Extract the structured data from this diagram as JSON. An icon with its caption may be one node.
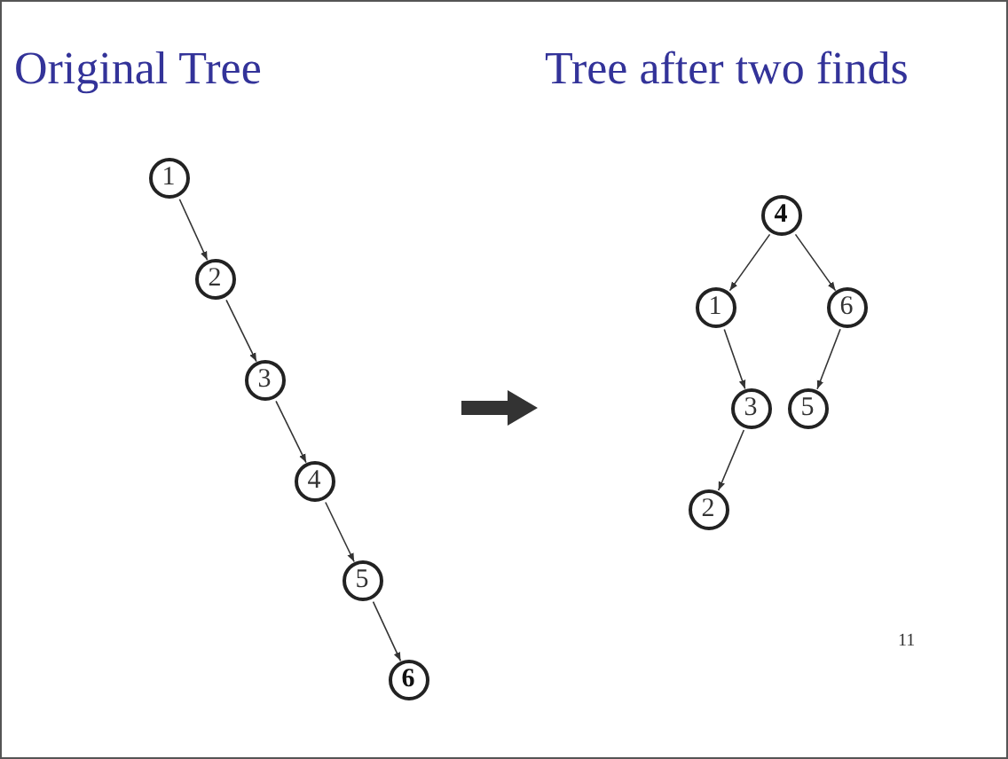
{
  "diagram": {
    "nodes": [
      {
        "text": [
          "1"
        ]
      },
      {
        "text": [
          "2"
        ]
      },
      {
        "text": [
          "3"
        ]
      },
      {
        "text": [
          "4"
        ]
      },
      {
        "text": [
          "5"
        ]
      },
      {
        "text": [
          "6"
        ]
      },
      {
        "text": [
          "4"
        ]
      },
      {
        "text": [
          "1"
        ]
      },
      {
        "text": [
          "6"
        ]
      },
      {
        "text": [
          "3"
        ]
      },
      {
        "text": [
          "5"
        ]
      },
      {
        "text": [
          "2"
        ]
      }
    ],
    "edges": [
      {
        "from": 0,
        "to": 1,
        "arrow": "to"
      },
      {
        "from": 1,
        "to": 2,
        "arrow": "to"
      },
      {
        "from": 2,
        "to": 3,
        "arrow": "to"
      },
      {
        "from": 3,
        "to": 4,
        "arrow": "to"
      },
      {
        "from": 4,
        "to": 5,
        "arrow": "to"
      },
      {
        "from": 6,
        "to": 7,
        "arrow": "to"
      },
      {
        "from": 6,
        "to": 8,
        "arrow": "to"
      },
      {
        "from": 7,
        "to": 9,
        "arrow": "to"
      },
      {
        "from": 8,
        "to": 10,
        "arrow": "to"
      },
      {
        "from": 9,
        "to": 11,
        "arrow": "to"
      }
    ],
    "labels": [
      "Original Tree",
      "Tree after two finds",
      "11"
    ]
  }
}
